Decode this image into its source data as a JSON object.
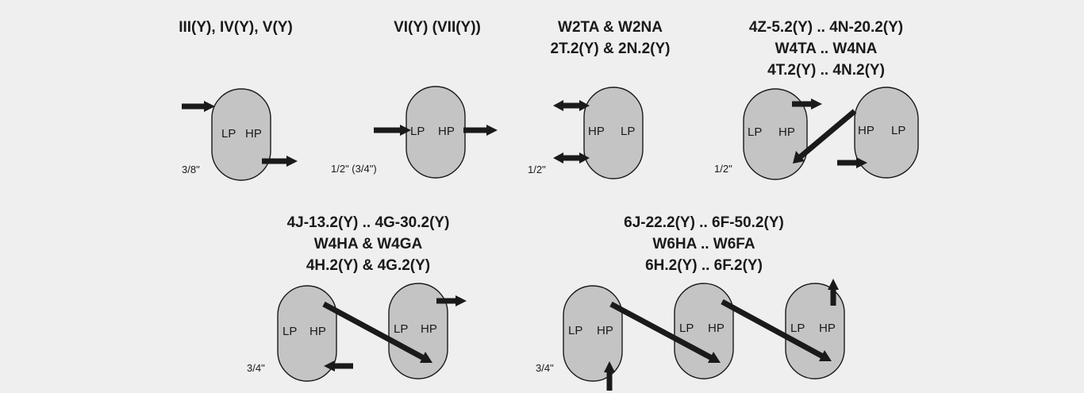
{
  "colors": {
    "background": "#efefef",
    "unit_fill": "#c4c4c4",
    "stroke": "#1a1a1a"
  },
  "groups": [
    {
      "titles": [
        "III(Y), IV(Y), V(Y)"
      ],
      "size": "3/8\"",
      "units": [
        {
          "left": "LP",
          "right": "HP"
        }
      ]
    },
    {
      "titles": [
        "VI(Y)   (VII(Y))"
      ],
      "size": "1/2\" (3/4\")",
      "units": [
        {
          "left": "LP",
          "right": "HP"
        }
      ]
    },
    {
      "titles": [
        "W2TA & W2NA",
        "2T.2(Y) & 2N.2(Y)"
      ],
      "size": "1/2\"",
      "units": [
        {
          "left": "HP",
          "right": "LP"
        }
      ]
    },
    {
      "titles": [
        "4Z-5.2(Y) .. 4N-20.2(Y)",
        "W4TA .. W4NA",
        "4T.2(Y) .. 4N.2(Y)"
      ],
      "size": "1/2\"",
      "units": [
        {
          "left": "LP",
          "right": "HP"
        },
        {
          "left": "HP",
          "right": "LP"
        }
      ]
    },
    {
      "titles": [
        "4J-13.2(Y) .. 4G-30.2(Y)",
        "W4HA & W4GA",
        "4H.2(Y) & 4G.2(Y)"
      ],
      "size": "3/4\"",
      "units": [
        {
          "left": "LP",
          "right": "HP"
        },
        {
          "left": "LP",
          "right": "HP"
        }
      ]
    },
    {
      "titles": [
        "6J-22.2(Y) .. 6F-50.2(Y)",
        "W6HA .. W6FA",
        "6H.2(Y) .. 6F.2(Y)"
      ],
      "size": "3/4\"",
      "units": [
        {
          "left": "LP",
          "right": "HP"
        },
        {
          "left": "LP",
          "right": "HP"
        },
        {
          "left": "LP",
          "right": "HP"
        }
      ]
    }
  ]
}
